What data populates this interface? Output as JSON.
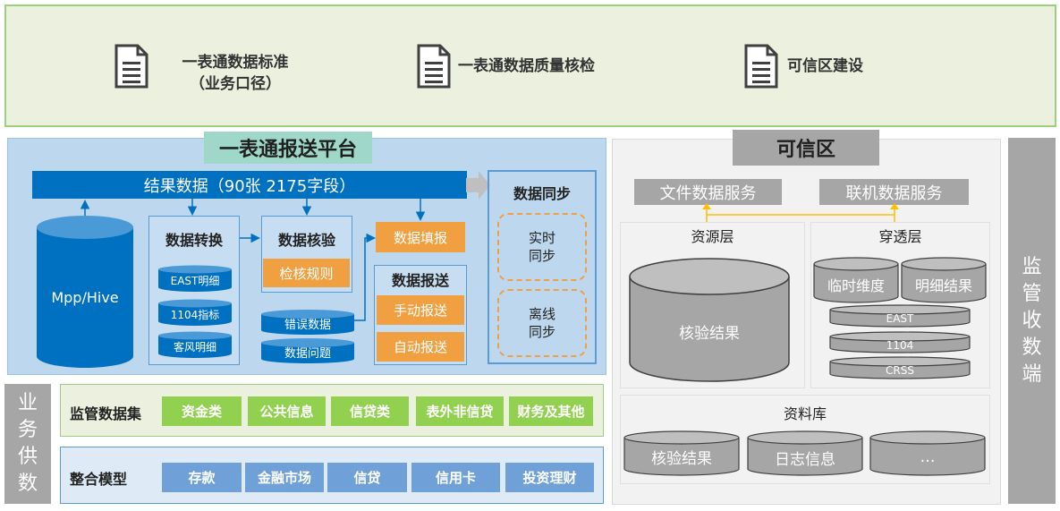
{
  "top": {
    "items": [
      {
        "icon": "document-icon",
        "line1": "一表通数据标准",
        "line2": "（业务口径）"
      },
      {
        "icon": "document-icon",
        "line1": "一表通数据质量核检",
        "line2": ""
      },
      {
        "icon": "document-icon",
        "line1": "可信区建设",
        "line2": ""
      }
    ]
  },
  "platform": {
    "title": "一表通报送平台",
    "result_bar": "结果数据（90张 2175字段）",
    "mpp": "Mpp/Hive",
    "convert": {
      "title": "数据转换",
      "items": [
        "EAST明细",
        "1104指标",
        "客风明细"
      ]
    },
    "check": {
      "title": "数据核验",
      "rule": "检核规则"
    },
    "errors": [
      "错误数据",
      "数据问题"
    ],
    "fill": "数据填报",
    "submit": {
      "title": "数据报送",
      "manual": "手动报送",
      "auto": "自动报送"
    },
    "sync": {
      "title": "数据同步",
      "realtime_1": "实时",
      "realtime_2": "同步",
      "offline_1": "离线",
      "offline_2": "同步"
    }
  },
  "trusted": {
    "title": "可信区",
    "file_service": "文件数据服务",
    "online_service": "联机数据服务",
    "resource_layer": {
      "title": "资源层",
      "db": "核验结果"
    },
    "penetration_layer": {
      "title": "穿透层",
      "top": [
        "临时维度",
        "明细结果"
      ],
      "stack": [
        "EAST",
        "1104",
        "CRSS"
      ]
    },
    "library": {
      "title": "资料库",
      "items": [
        "核验结果",
        "日志信息",
        "…"
      ]
    }
  },
  "side": {
    "recv": [
      "监",
      "管",
      "收",
      "数",
      "端"
    ],
    "supply": [
      "业",
      "务",
      "供",
      "数"
    ]
  },
  "dataset": {
    "label": "监管数据集",
    "items": [
      "资金类",
      "公共信息",
      "信贷类",
      "表外非信贷",
      "财务及其他"
    ]
  },
  "model": {
    "label": "整合模型",
    "items": [
      "存款",
      "金融市场",
      "信贷",
      "信用卡",
      "投资理财"
    ]
  },
  "colors": {
    "green": "#92d050",
    "blue": "#0070c0",
    "orange": "#f0a040",
    "gray": "#a6a6a6"
  }
}
